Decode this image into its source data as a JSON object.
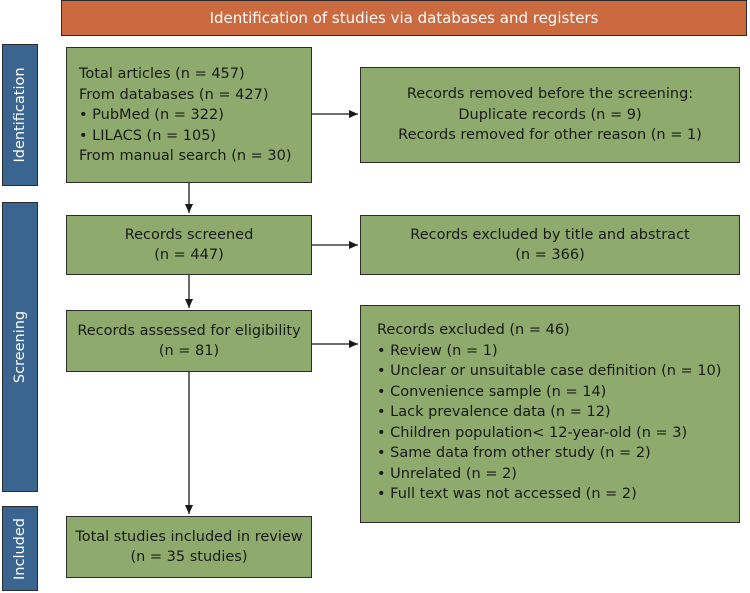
{
  "header": {
    "title": "Identification of studies via databases and registers"
  },
  "phases": {
    "identification": "Identification",
    "screening": "Screening",
    "included": "Included"
  },
  "identification_box": {
    "lines": [
      "Total articles (n = 457)",
      "From databases (n = 427)",
      "PubMed (n = 322)",
      "LILACS (n = 105)",
      "From manual search (n = 30)"
    ]
  },
  "removed_box": {
    "lines": [
      "Records removed before the screening:",
      "Duplicate records (n = 9)",
      "Records removed for other reason (n = 1)"
    ]
  },
  "screened_box": {
    "lines": [
      "Records screened",
      "(n = 447)"
    ]
  },
  "excluded_title_box": {
    "lines": [
      "Records excluded by title and abstract",
      "(n = 366)"
    ]
  },
  "eligibility_box": {
    "lines": [
      "Records assessed for eligibility",
      "(n = 81)"
    ]
  },
  "excluded_box": {
    "title": "Records excluded (n = 46)",
    "items": [
      "Review (n = 1)",
      "Unclear or unsuitable case definition (n = 10)",
      "Convenience sample (n = 14)",
      "Lack prevalence data (n = 12)",
      "Children population< 12-year-old (n = 3)",
      "Same data from other study (n = 2)",
      "Unrelated (n = 2)",
      "Full text was not accessed (n = 2)"
    ]
  },
  "included_box": {
    "lines": [
      "Total studies included in review",
      "(n = 35 studies)"
    ]
  },
  "colors": {
    "header": "#cc6a3f",
    "phase": "#3b6591",
    "box": "#8faa6d",
    "border": "#2c2c2c"
  }
}
